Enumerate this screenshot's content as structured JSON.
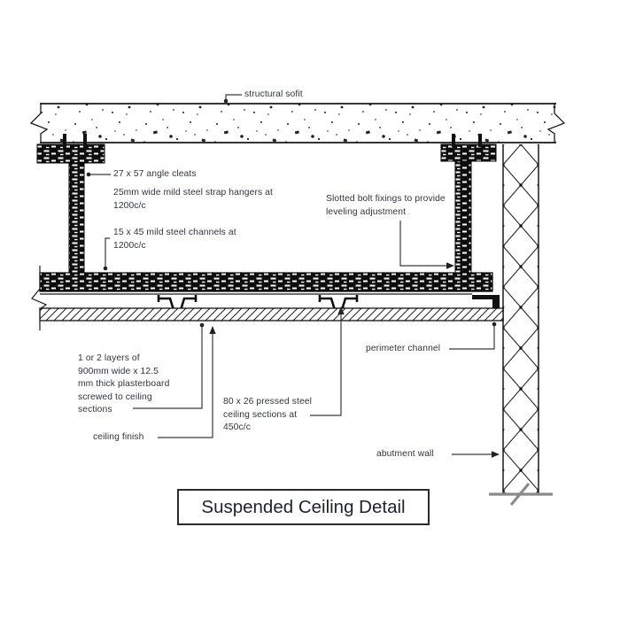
{
  "title": "Suspended Ceiling Detail",
  "labels": {
    "structural_soffit": "structural sofit",
    "angle_cleats": "27 x 57 angle cleats",
    "strap_hangers": [
      "25mm wide mild steel strap hangers at",
      "1200c/c"
    ],
    "steel_channels": [
      "15 x 45 mild steel channels at",
      "1200c/c"
    ],
    "slotted_bolt": [
      "Slotted bolt fixings to provide",
      "leveling adjustment"
    ],
    "plasterboard": [
      "1 or 2 layers of",
      "900mm wide x 12.5",
      "mm thick plasterboard",
      "screwed to ceiling",
      "sections"
    ],
    "ceiling_finish": "ceiling finish",
    "pressed_steel": [
      "80 x 26 pressed steel",
      "ceiling sections at",
      "450c/c"
    ],
    "perimeter_channel": "perimeter channel",
    "abutment_wall": "abutment wall"
  },
  "colors": {
    "background": "#ffffff",
    "line": "#1a1a1a",
    "text": "#30343c",
    "leader": "#3a3a3a"
  }
}
